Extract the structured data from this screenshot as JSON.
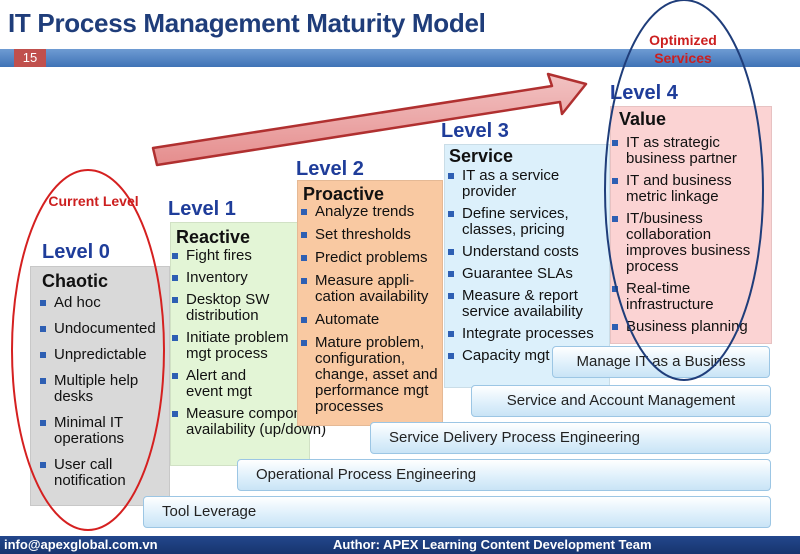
{
  "title": "IT Process Management Maturity Model",
  "slide_number": "15",
  "annotations": {
    "current_level": "Current Level",
    "optimized_line1": "Optimized",
    "optimized_line2": "Services"
  },
  "levels": [
    {
      "label": "Level 0",
      "name": "Chaotic",
      "items": [
        "Ad hoc",
        "Undocumented",
        "Unpredictable",
        "Multiple help desks",
        "Minimal IT operations",
        "User call notification"
      ]
    },
    {
      "label": "Level 1",
      "name": "Reactive",
      "items": [
        "Fight fires",
        "Inventory",
        "Desktop SW distribution",
        "Initiate problem mgt process",
        "Alert and event mgt",
        "Measure component availability (up/down)"
      ]
    },
    {
      "label": "Level 2",
      "name": "Proactive",
      "items": [
        "Analyze trends",
        "Set thresholds",
        "Predict problems",
        "Measure appli-cation availability",
        "Automate",
        "Mature problem, configuration, change, asset and performance mgt processes"
      ]
    },
    {
      "label": "Level 3",
      "name": "Service",
      "items": [
        "IT as a service provider",
        "Define services, classes, pricing",
        "Understand costs",
        "Guarantee SLAs",
        "Measure & report service availability",
        "Integrate processes",
        "Capacity mgt"
      ]
    },
    {
      "label": "Level 4",
      "name": "Value",
      "items": [
        "IT as strategic business partner",
        "IT and business metric linkage",
        "IT/business collaboration improves business process",
        "Real-time infrastructure",
        "Business planning"
      ]
    }
  ],
  "bars": [
    "Manage IT as a Business",
    "Service and Account Management",
    "Service Delivery Process Engineering",
    "Operational Process Engineering",
    "Tool Leverage"
  ],
  "footer": {
    "email": "info@apexglobal.com.vn",
    "author": "Author: APEX Learning Content Development Team"
  },
  "colors": {
    "level0": "#d9d9d9",
    "level1": "#e3f5d6",
    "level2": "#f9c9a2",
    "level3": "#dcf0fb",
    "level4": "#fbd3d3",
    "header_blue": "#1f3d9a",
    "annotation_red": "#cc1f1f"
  }
}
